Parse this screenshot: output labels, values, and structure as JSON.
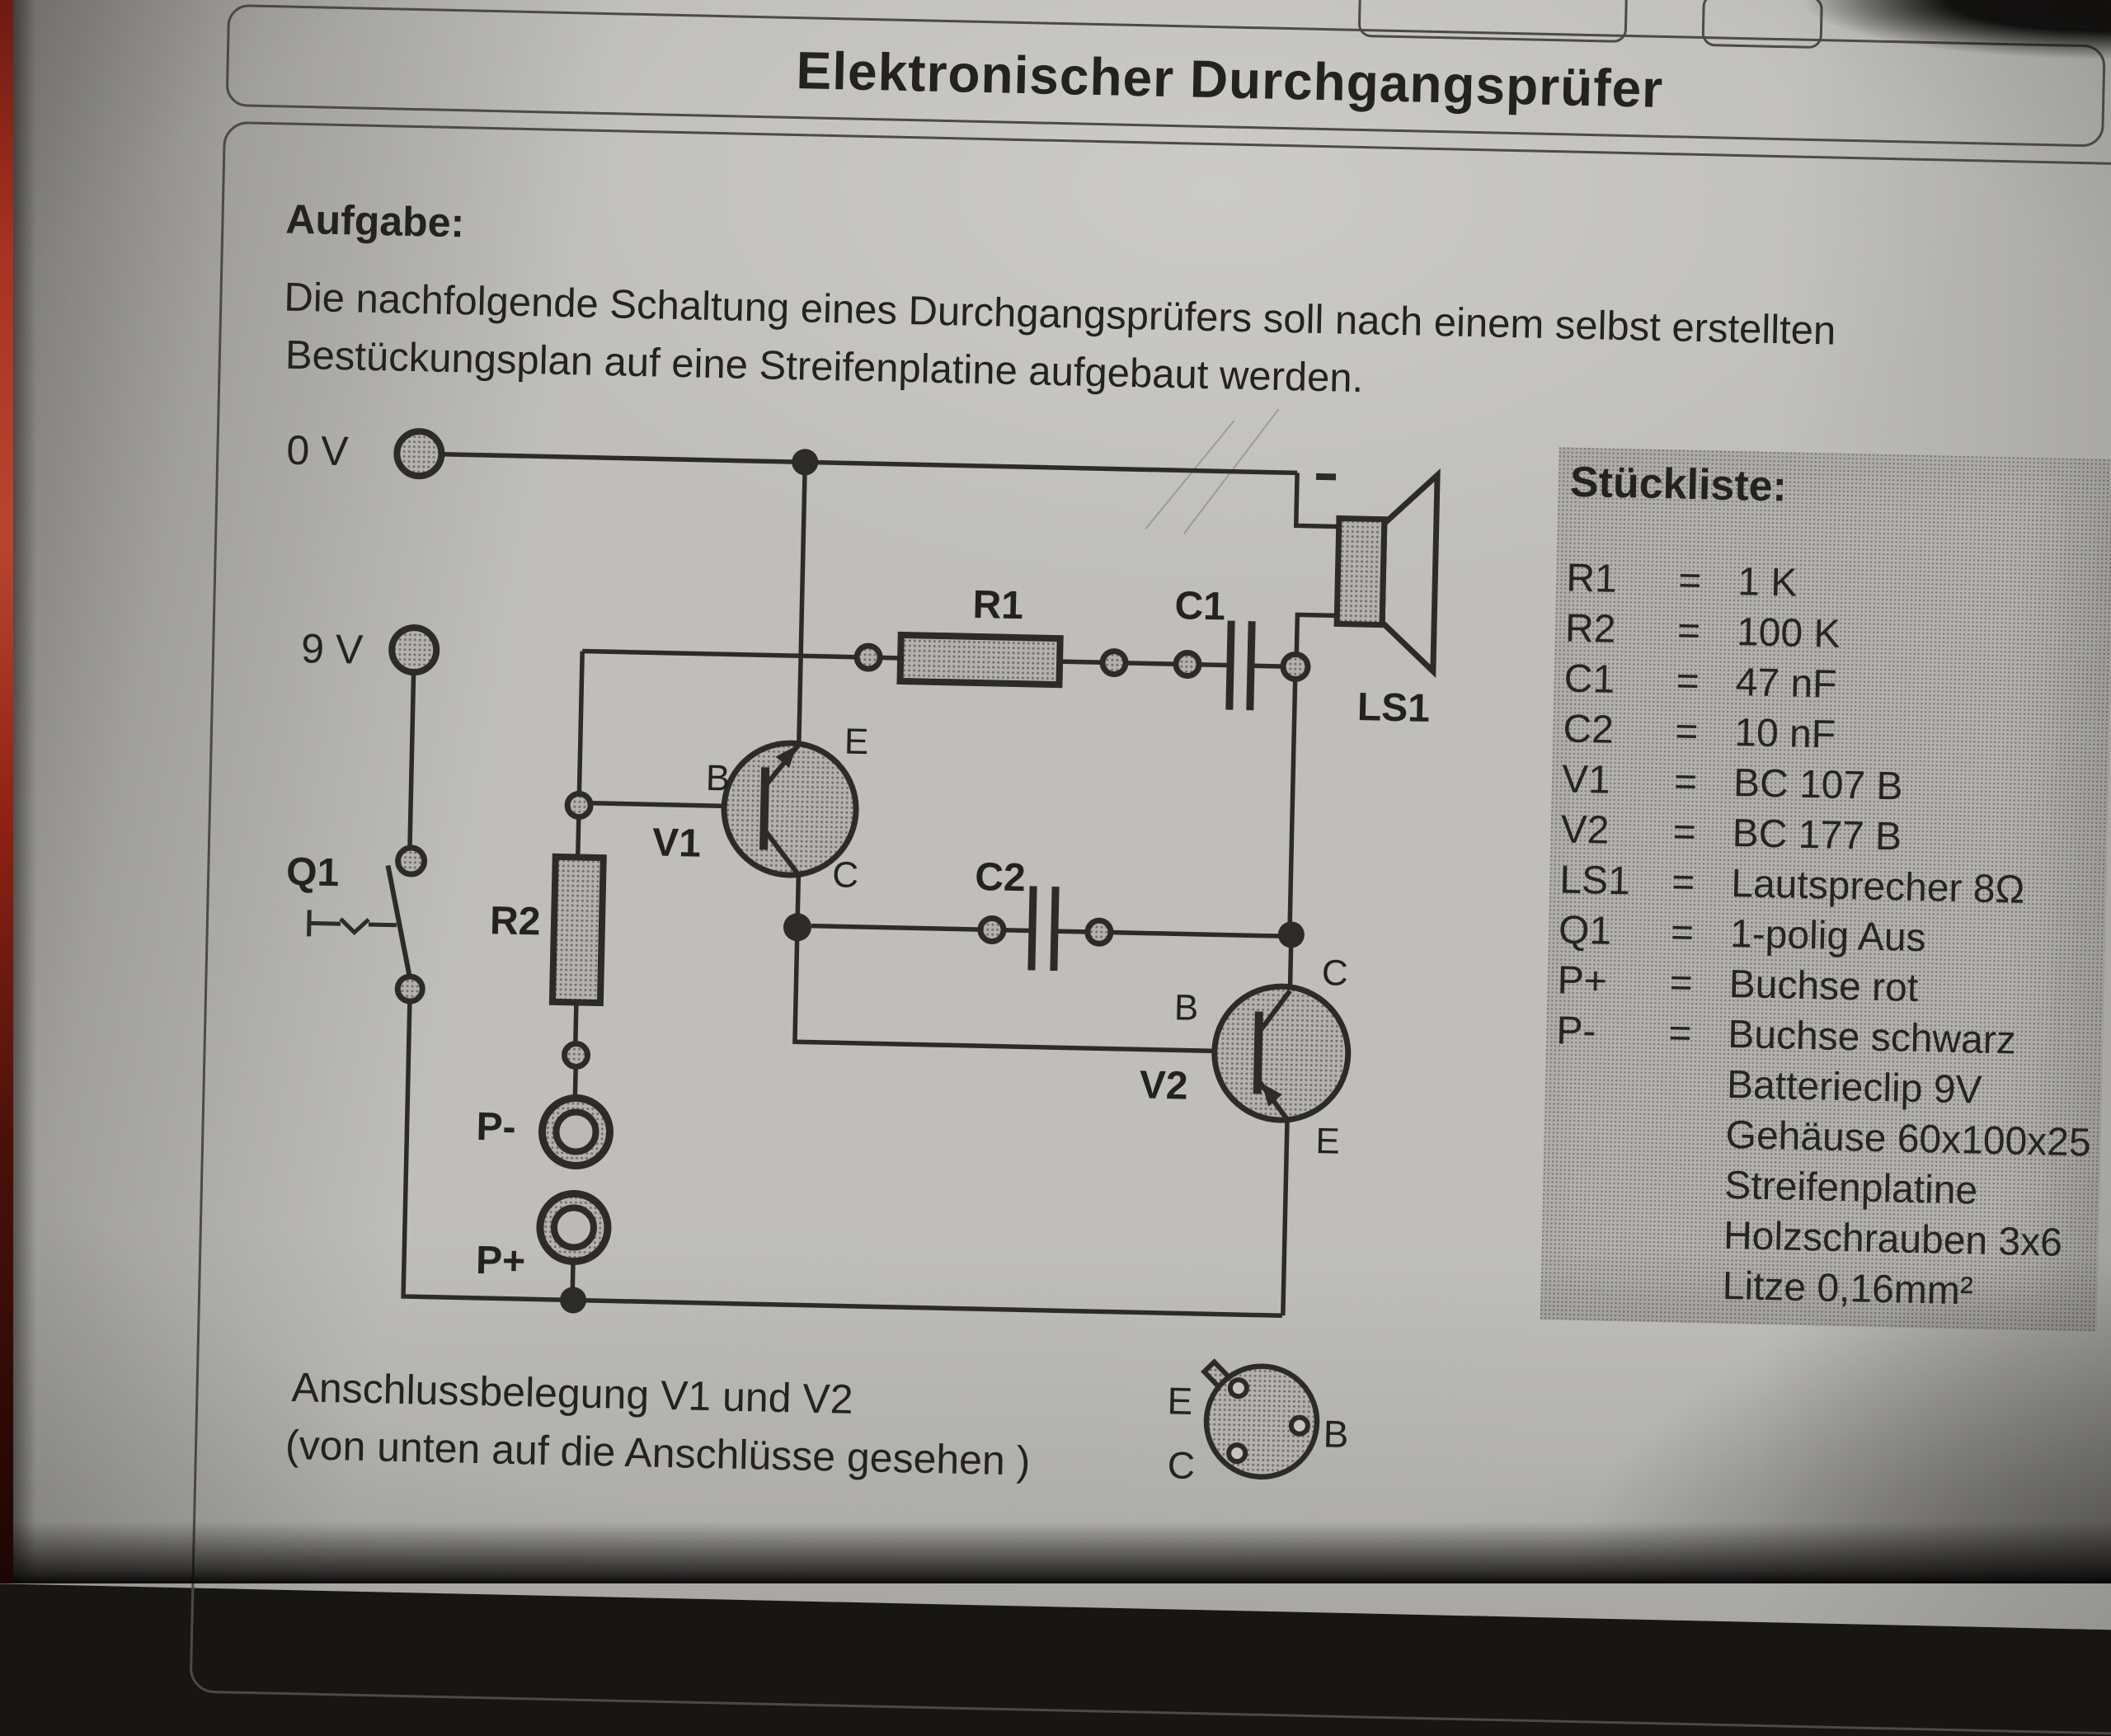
{
  "page": {
    "title": "Elektronischer Durchgangsprüfer"
  },
  "task": {
    "heading": "Aufgabe:",
    "line1": "Die nachfolgende Schaltung eines Durchgangsprüfers soll nach einem selbst erstellten",
    "line2": "Bestückungsplan auf eine Streifenplatine aufgebaut werden."
  },
  "schematic": {
    "labels": {
      "terminal_0v": "0 V",
      "terminal_9v": "9 V",
      "q1": "Q1",
      "r1": "R1",
      "r2": "R2",
      "c1": "C1",
      "c2": "C2",
      "v1": "V1",
      "v2": "V2",
      "ls1": "LS1",
      "p_minus": "P-",
      "p_plus": "P+",
      "minus": "-",
      "e": "E",
      "b": "B",
      "c": "C"
    }
  },
  "parts_list": {
    "heading": "Stückliste:",
    "items": [
      {
        "ref": "R1",
        "eq": "=",
        "value": "1 K"
      },
      {
        "ref": "R2",
        "eq": "=",
        "value": "100 K"
      },
      {
        "ref": "C1",
        "eq": "=",
        "value": "47 nF"
      },
      {
        "ref": "C2",
        "eq": "=",
        "value": "10 nF"
      },
      {
        "ref": "V1",
        "eq": "=",
        "value": "BC 107 B"
      },
      {
        "ref": "V2",
        "eq": "=",
        "value": "BC 177 B"
      },
      {
        "ref": "LS1",
        "eq": "=",
        "value": "Lautsprecher 8Ω"
      },
      {
        "ref": "Q1",
        "eq": "=",
        "value": "1-polig Aus"
      },
      {
        "ref": "P+",
        "eq": "=",
        "value": "Buchse rot"
      },
      {
        "ref": "P-",
        "eq": "=",
        "value": "Buchse schwarz"
      },
      {
        "ref": "",
        "eq": "",
        "value": "Batterieclip 9V"
      },
      {
        "ref": "",
        "eq": "",
        "value": "Gehäuse 60x100x25"
      },
      {
        "ref": "",
        "eq": "",
        "value": "Streifenplatine"
      },
      {
        "ref": "",
        "eq": "",
        "value": "Holzschrauben 3x6"
      },
      {
        "ref": "",
        "eq": "",
        "value": "Litze 0,16mm²"
      }
    ]
  },
  "footer": {
    "line1": "Anschlussbelegung V1 und V2",
    "line2": "(von unten auf die Anschlüsse gesehen )"
  }
}
